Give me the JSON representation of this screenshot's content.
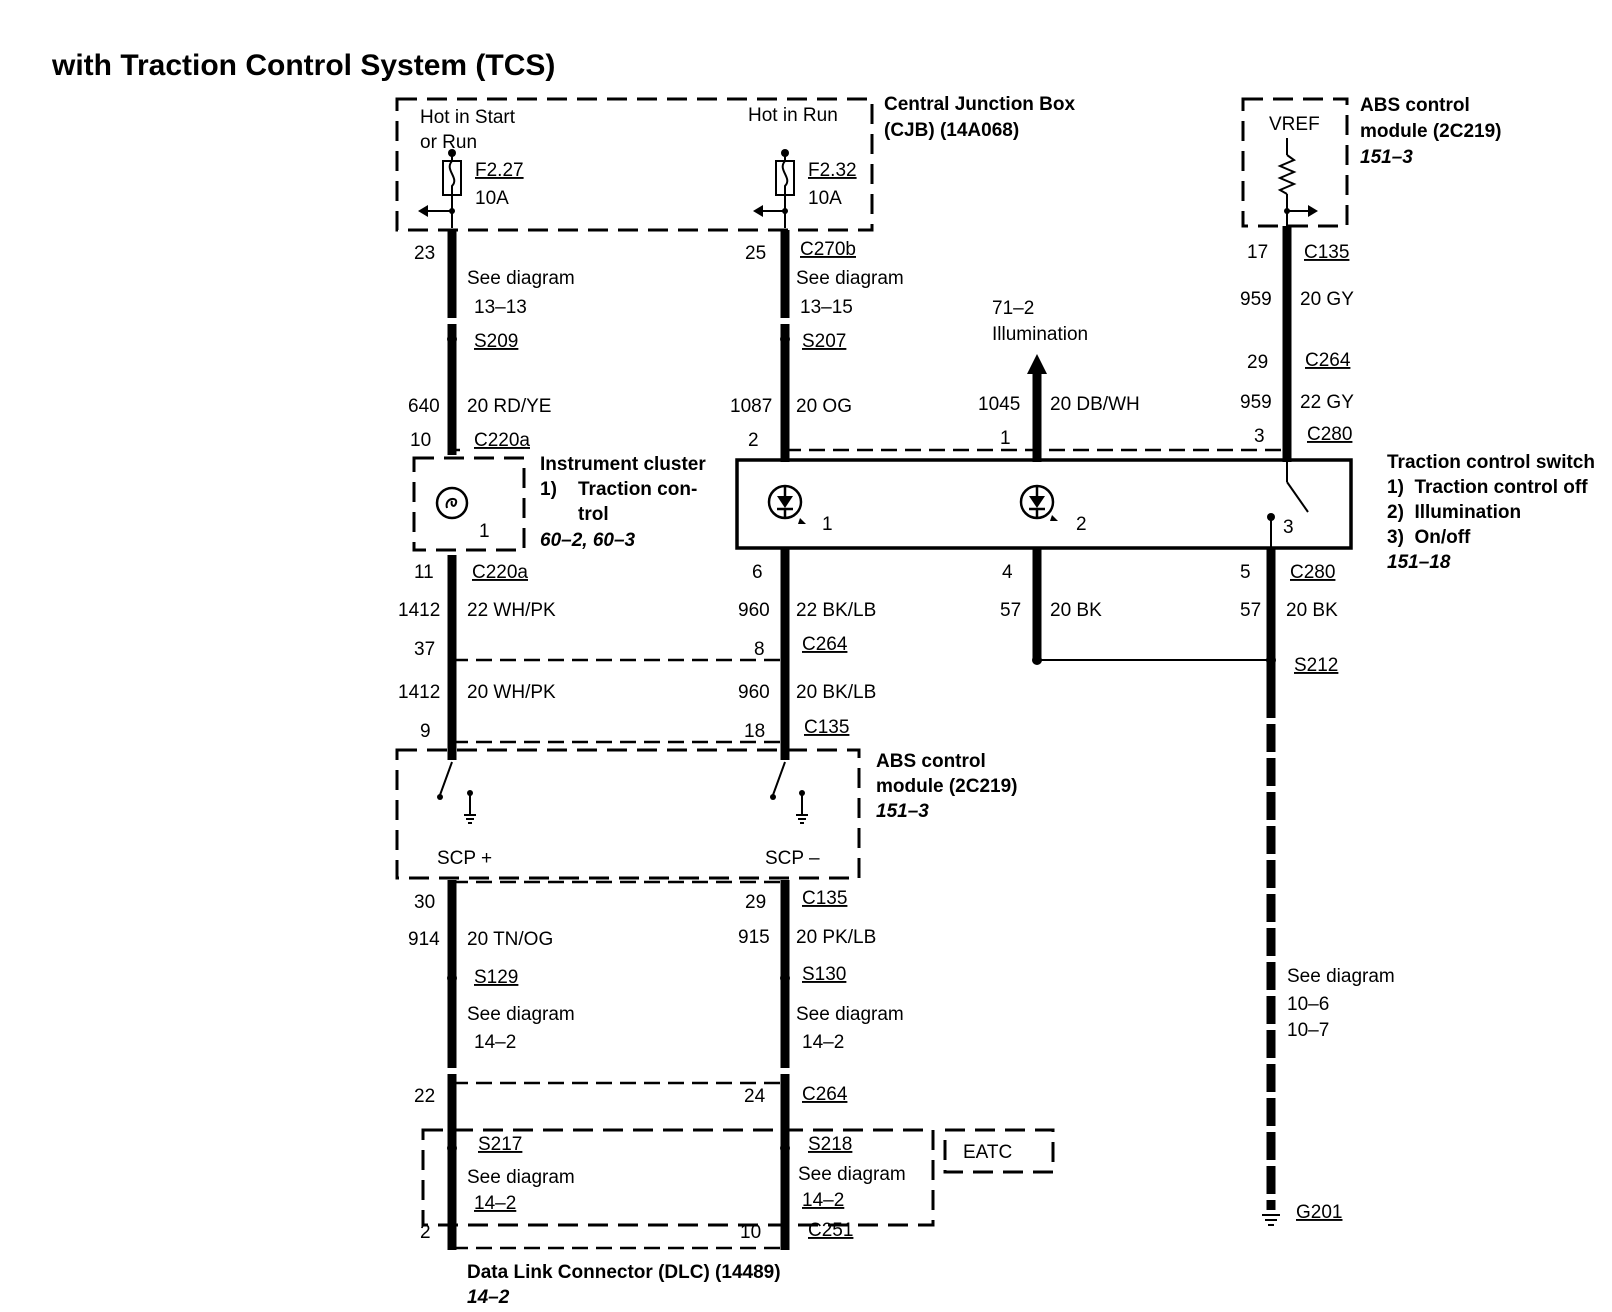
{
  "title": "with Traction Control System (TCS)",
  "cjb": {
    "name_line1": "Central Junction Box",
    "name_line2": "(CJB) (14A068)",
    "hot_start_line1": "Hot in Start",
    "hot_start_line2": "or Run",
    "hot_run": "Hot in Run",
    "fuse1_id": "F2.27",
    "fuse1_rating": "10A",
    "fuse2_id": "F2.32",
    "fuse2_rating": "10A"
  },
  "abs_top": {
    "vref": "VREF",
    "name_line1": "ABS control",
    "name_line2": "module (2C219)",
    "ref": "151–3"
  },
  "circuit_left": {
    "pin_top": "23",
    "see1": "See diagram",
    "see1_ref": "13–13",
    "splice1": "S209",
    "circuit": "640",
    "wire": "20 RD/YE",
    "pin_cluster_in": "10",
    "conn_cluster_in": "C220a",
    "pin_cluster_out": "11",
    "conn_cluster_out": "C220a",
    "circuit2": "1412",
    "wire2": "22 WH/PK",
    "pin_c264": "37",
    "circuit3": "1412",
    "wire3": "20 WH/PK",
    "pin_abs": "9",
    "pin_abs_out": "30",
    "circuit4": "914",
    "wire4": "20 TN/OG",
    "splice2": "S129",
    "see2": "See diagram",
    "see2_ref": "14–2",
    "pin_c264b": "22",
    "splice3": "S217",
    "see3": "See diagram",
    "see3_ref": "14–2",
    "pin_dlc": "2"
  },
  "circuit_mid": {
    "pin_top": "25",
    "conn_top": "C270b",
    "see1": "See diagram",
    "see1_ref": "13–15",
    "splice1": "S207",
    "circuit": "1087",
    "wire": "20 OG",
    "pin_switch_in": "2",
    "pin_switch_out": "6",
    "circuit2": "960",
    "wire2": "22 BK/LB",
    "pin_c264": "8",
    "conn_c264": "C264",
    "circuit3": "960",
    "wire3": "20 BK/LB",
    "pin_abs": "18",
    "conn_abs": "C135",
    "pin_abs_out": "29",
    "conn_abs_out": "C135",
    "circuit4": "915",
    "wire4": "20 PK/LB",
    "splice2": "S130",
    "see2": "See diagram",
    "see2_ref": "14–2",
    "pin_c264b": "24",
    "conn_c264b": "C264",
    "splice3": "S218",
    "see3": "See diagram",
    "see3_ref": "14–2",
    "pin_dlc": "10",
    "conn_dlc": "C251"
  },
  "illum": {
    "ref": "71–2",
    "label": "Illumination",
    "circuit": "1045",
    "wire": "20 DB/WH",
    "pin_in": "1",
    "pin_out": "4",
    "circuit2": "57",
    "wire2": "20 BK"
  },
  "circuit_right": {
    "pin_top": "17",
    "conn_top": "C135",
    "circuit": "959",
    "wire": "20 GY",
    "pin_c264": "29",
    "conn_c264": "C264",
    "circuit2": "959",
    "wire2": "22 GY",
    "pin_switch": "3",
    "conn_switch": "C280",
    "pin_out": "5",
    "conn_out": "C280",
    "circuit3": "57",
    "wire3": "20 BK",
    "splice": "S212",
    "see": "See diagram",
    "see_ref1": "10–6",
    "see_ref2": "10–7",
    "ground": "G201"
  },
  "instrument_cluster": {
    "name": "Instrument cluster",
    "item_num": "1)",
    "item_line1": "Traction con-",
    "item_line2": "trol",
    "ref": "60–2, 60–3",
    "lamp_num": "1"
  },
  "traction_switch": {
    "name": "Traction control switch",
    "item1": "1)  Traction control off",
    "item2": "2)  Illumination",
    "item3": "3)  On/off",
    "ref": "151–18",
    "n1": "1",
    "n2": "2",
    "n3": "3"
  },
  "abs_mid": {
    "name_line1": "ABS control",
    "name_line2": "module (2C219)",
    "ref": "151–3",
    "scp_plus": "SCP +",
    "scp_minus": "SCP –"
  },
  "eatc": "EATC",
  "dlc": {
    "name": "Data Link Connector (DLC) (14489)",
    "ref": "14–2"
  }
}
